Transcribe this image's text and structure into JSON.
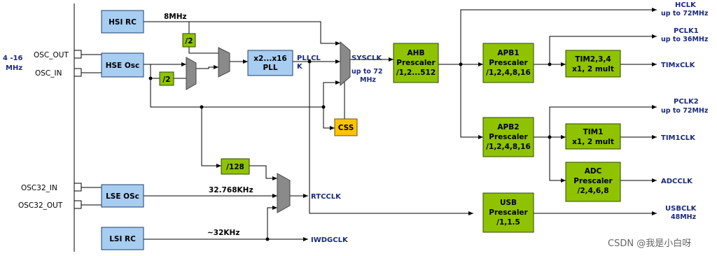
{
  "inputs": {
    "hse_freq": "4 -16\nMHz",
    "osc_out": "OSC_OUT",
    "osc_in": "OSC_IN",
    "osc32_in": "OSC32_IN",
    "osc32_out": "OSC32_OUT"
  },
  "blocks": {
    "hsi_rc": "HSI RC",
    "hse_osc": "HSE Osc",
    "lse_osc": "LSE OSc",
    "lsi_rc": "LSI RC",
    "div2_top": "/2",
    "div2_bottom": "/2",
    "pll_line1": "x2...x16",
    "pll_line2": "PLL",
    "css": "CSS",
    "div128": "/128",
    "ahb": [
      "AHB",
      "Prescaler",
      "/1,2...512"
    ],
    "apb1": [
      "APB1",
      "Prescaler",
      "/1,2,4,8,16"
    ],
    "apb2": [
      "APB2",
      "Prescaler",
      "/1,2,4,8,16"
    ],
    "tim234": [
      "TIM2,3,4",
      "x1, 2 mult"
    ],
    "tim1": [
      "TIM1",
      "x1, 2 mult"
    ],
    "adc": [
      "ADC",
      "Prescaler",
      "/2,4,6,8"
    ],
    "usb": [
      "USB",
      "Prescaler",
      "/1,1.5"
    ]
  },
  "labels": {
    "hsi_freq": "8MHz",
    "pllclk_1": "PLLCL",
    "pllclk_2": "K",
    "sysclk": "SYSCLK",
    "sysclk_max_1": "up to 72",
    "sysclk_max_2": "MHz",
    "lse_freq": "32.768KHz",
    "lsi_freq": "~32KHz"
  },
  "outputs": {
    "hclk": [
      "HCLK",
      "up to 72MHz"
    ],
    "pclk1": [
      "PCLK1",
      "up to 36MHz"
    ],
    "timxclk": "TIMxCLK",
    "pclk2": [
      "PCLK2",
      "up to 72MHz"
    ],
    "tim1clk": "TIM1CLK",
    "adcclk": "ADCCLK",
    "usbclk": [
      "USBCLK",
      "48MHz"
    ],
    "rtcclk": "RTCCLK",
    "iwdgclk": "IWDGCLK"
  },
  "watermark": "CSDN @我是小白呀",
  "colors": {
    "blue_block": "#a7cdf0",
    "green_block": "#8fc300",
    "yellow_block": "#ffc400",
    "mux_gray": "#8a8a8a",
    "output_text": "#1a2a7a"
  }
}
